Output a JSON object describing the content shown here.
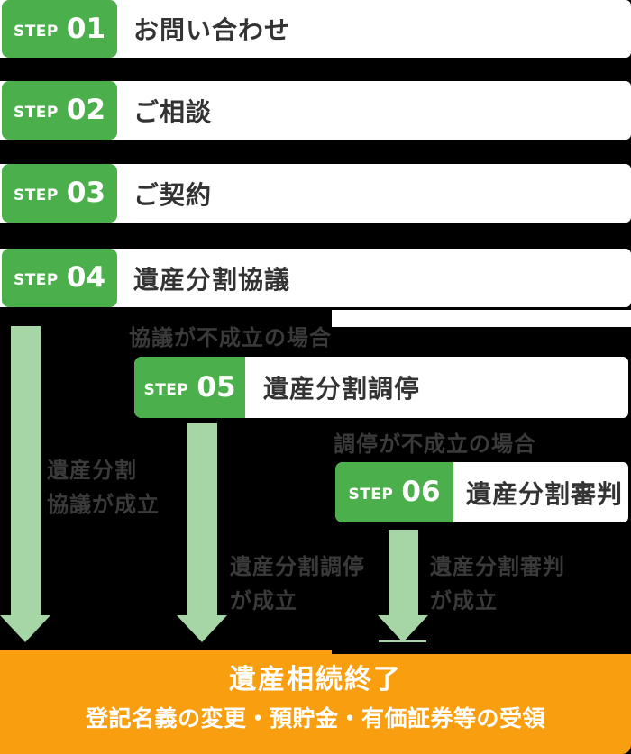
{
  "colors": {
    "green": "#4BB04B",
    "light_green": "#A6D6A6",
    "orange": "#F99E0F",
    "title_text": "#333333",
    "note_text": "#3a3a3a",
    "page_bg": "#000000",
    "row_bg": "#FFFFFF"
  },
  "steps": [
    {
      "label": "STEP",
      "number": "01",
      "title": "お問い合わせ"
    },
    {
      "label": "STEP",
      "number": "02",
      "title": "ご相談"
    },
    {
      "label": "STEP",
      "number": "03",
      "title": "ご契約"
    },
    {
      "label": "STEP",
      "number": "04",
      "title": "遺産分割協議"
    },
    {
      "label": "STEP",
      "number": "05",
      "title": "遺産分割調停",
      "branch_note": "協議が不成立の場合"
    },
    {
      "label": "STEP",
      "number": "06",
      "title": "遺産分割審判",
      "branch_note": "調停が不成立の場合"
    }
  ],
  "arrows": [
    {
      "icon": "down-arrow",
      "lines": [
        "遺産分割",
        "協議が成立"
      ]
    },
    {
      "icon": "down-arrow",
      "lines": [
        "遺産分割調停",
        "が成立"
      ]
    },
    {
      "icon": "down-arrow",
      "lines": [
        "遺産分割審判",
        "が成立"
      ]
    }
  ],
  "result": {
    "title": "遺産相続終了",
    "subtitle": "登記名義の変更・預貯金・有価証券等の受領"
  }
}
